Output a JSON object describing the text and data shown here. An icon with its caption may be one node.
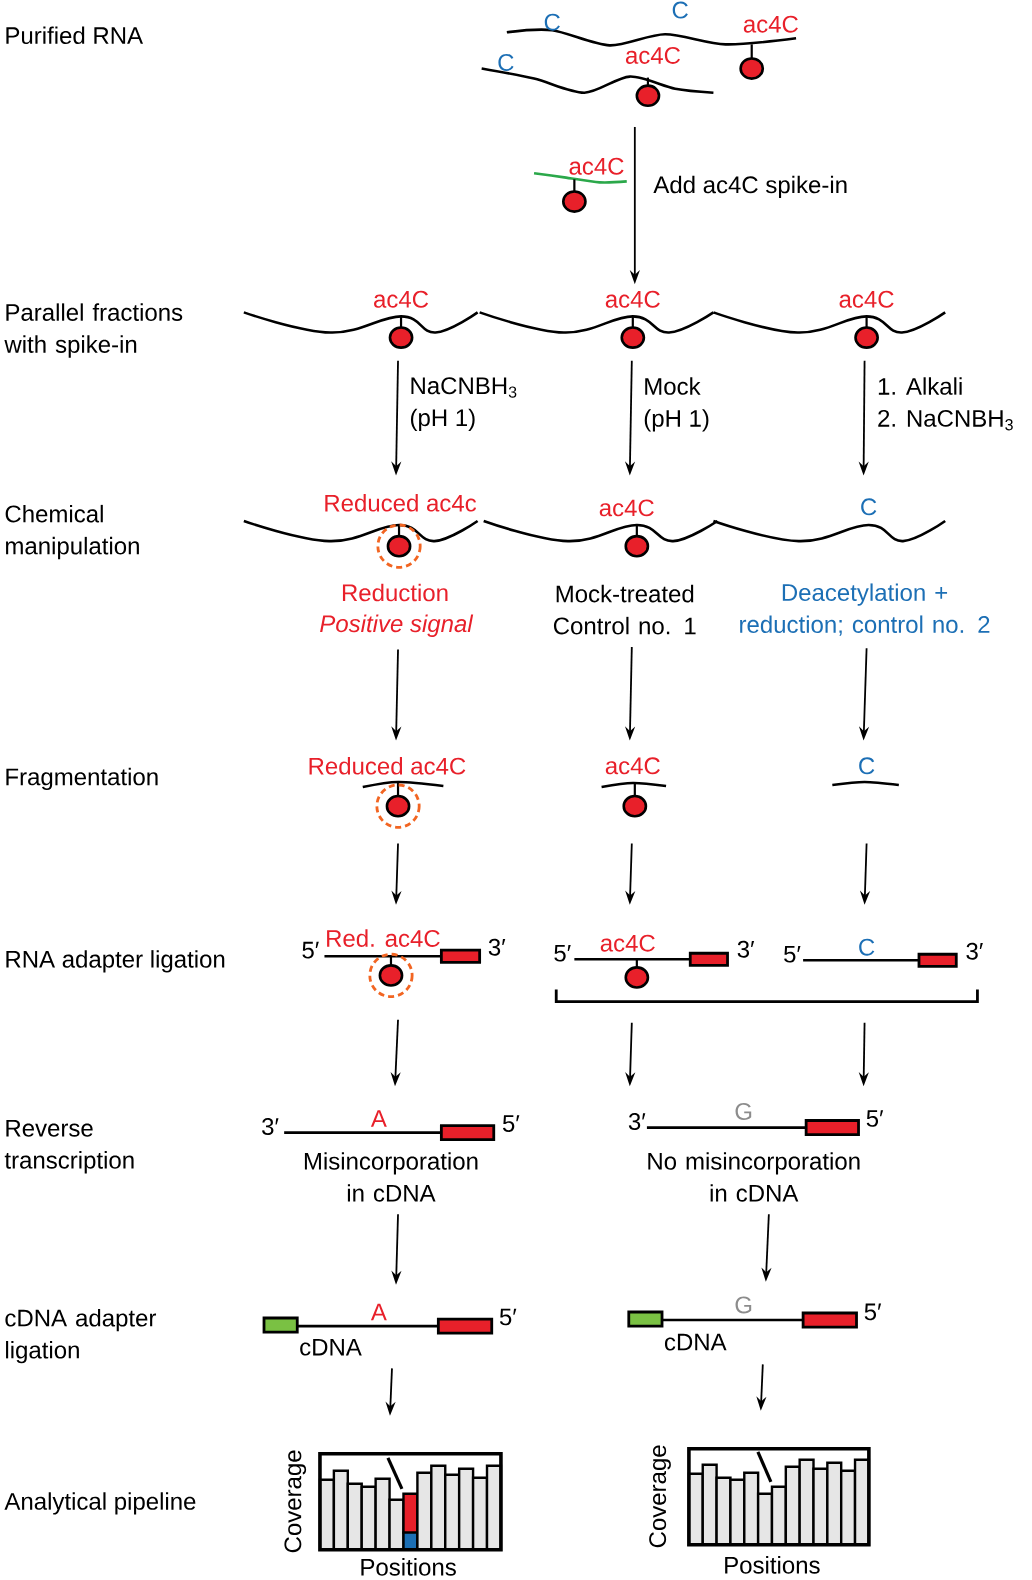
{
  "diagram": {
    "nodes": [
      {
        "text": [
          "C",
          "C",
          "ac4C",
          "C",
          "ac4C"
        ]
      },
      {
        "text": [
          "ac4C"
        ]
      },
      {
        "text": [
          "ac4C"
        ]
      },
      {
        "text": [
          "ac4C"
        ]
      },
      {
        "text": [
          "ac4C"
        ]
      },
      {
        "text": [
          "Reduced ac4c"
        ],
        "beside": [
          "Reduction",
          "Positive signal"
        ]
      },
      {
        "text": [
          "ac4C"
        ],
        "beside": [
          "Mock-treated Control no. 1"
        ]
      },
      {
        "text": [
          "C"
        ],
        "beside": [
          "Deacetylation + reduction; control no. 2"
        ]
      },
      {
        "text": [
          "Reduced ac4C"
        ]
      },
      {
        "text": [
          "ac4C"
        ]
      },
      {
        "text": [
          "C"
        ]
      },
      {
        "text": [
          "5′",
          "Red. ac4C",
          "3′"
        ]
      },
      {
        "text": [
          "5′",
          "ac4C",
          "3′"
        ]
      },
      {
        "text": [
          "5′",
          "C",
          "3′"
        ]
      },
      {
        "text": [
          "3′",
          "A",
          "5′"
        ],
        "beside": [
          "Misincorporation in cDNA"
        ]
      },
      {
        "text": [
          "3′",
          "G",
          "5′"
        ],
        "beside": [
          "No misincorporation in cDNA"
        ]
      },
      {
        "text": [
          "A",
          "5′",
          "cDNA"
        ]
      },
      {
        "text": [
          "G",
          "5′",
          "cDNA"
        ]
      },
      {
        "text": [
          "Coverage",
          "Positions"
        ]
      },
      {
        "text": [
          "Coverage",
          "Positions"
        ]
      }
    ],
    "edges": [
      {
        "from": 0,
        "to": 3,
        "arrow": "to",
        "label": "Add ac4C spike-in"
      },
      {
        "from": 2,
        "to": 5,
        "arrow": "to",
        "label": "NaCNBH$_{3}$ (pH 1)"
      },
      {
        "from": 3,
        "to": 6,
        "arrow": "to",
        "label": "Mock (pH 1)"
      },
      {
        "from": 4,
        "to": 7,
        "arrow": "to",
        "label": "1. Alkali 2. NaCNBH$_{3}$"
      },
      {
        "from": 5,
        "to": 8,
        "arrow": "to"
      },
      {
        "from": 6,
        "to": 9,
        "arrow": "to"
      },
      {
        "from": 7,
        "to": 10,
        "arrow": "to"
      },
      {
        "from": 8,
        "to": 11,
        "arrow": "to"
      },
      {
        "from": 9,
        "to": 12,
        "arrow": "to"
      },
      {
        "from": 10,
        "to": 13,
        "arrow": "to"
      },
      {
        "from": 11,
        "to": 14,
        "arrow": "to"
      },
      {
        "from": 12,
        "to": 15,
        "arrow": "to"
      },
      {
        "from": 13,
        "to": 15,
        "arrow": "to"
      },
      {
        "from": 14,
        "to": 16,
        "arrow": "to"
      },
      {
        "from": 15,
        "to": 17,
        "arrow": "to"
      },
      {
        "from": 16,
        "to": 18,
        "arrow": "to"
      },
      {
        "from": 17,
        "to": 19,
        "arrow": "to"
      }
    ],
    "labels": [
      "Purified RNA",
      "Parallel fractions with spike-in",
      "Chemical manipulation",
      "Fragmentation",
      "RNA adapter ligation",
      "Reverse transcription",
      "cDNA adapter ligation",
      "Analytical pipeline"
    ]
  }
}
